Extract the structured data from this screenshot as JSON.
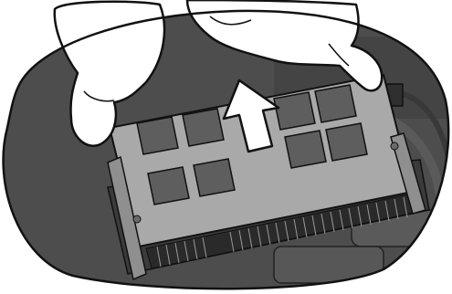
{
  "diagram": {
    "instruction": "",
    "direction": "up",
    "chip_count": 8
  },
  "palette": {
    "background": "#ffffff",
    "board": "#4d4d4d",
    "board_dark": "#3b3b3b",
    "module": "#a9a9a9",
    "chip": "#5e5e5e",
    "contacts": "#2a2a2a",
    "hand": "#ffffff",
    "arrow": "#ffffff",
    "outline": "#111111"
  },
  "icons": [
    "memory-module",
    "hand",
    "up-arrow"
  ]
}
